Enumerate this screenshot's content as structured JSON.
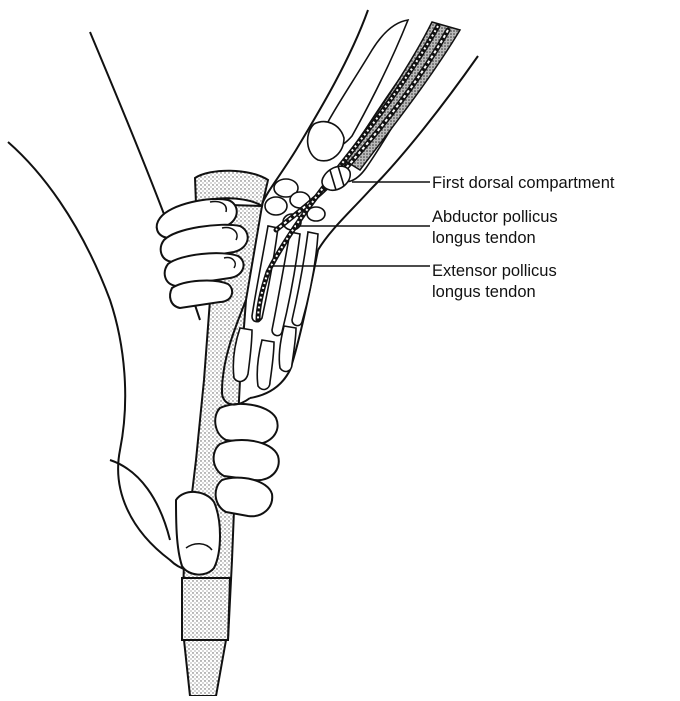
{
  "figure": {
    "background": "#ffffff",
    "ink_color": "#111111",
    "shading_color": "#cfcfcf",
    "subject": "hand gripping a golf club, wrist in cut-away showing tendons"
  },
  "labels": [
    {
      "id": "first-dorsal-compartment",
      "lines": [
        "First dorsal compartment"
      ]
    },
    {
      "id": "abductor-pollicus-longus-tendon",
      "lines": [
        "Abductor pollicus",
        "longus tendon"
      ]
    },
    {
      "id": "extensor-pollicus-longus-tendon",
      "lines": [
        "Extensor pollicus",
        "longus tendon"
      ]
    }
  ]
}
